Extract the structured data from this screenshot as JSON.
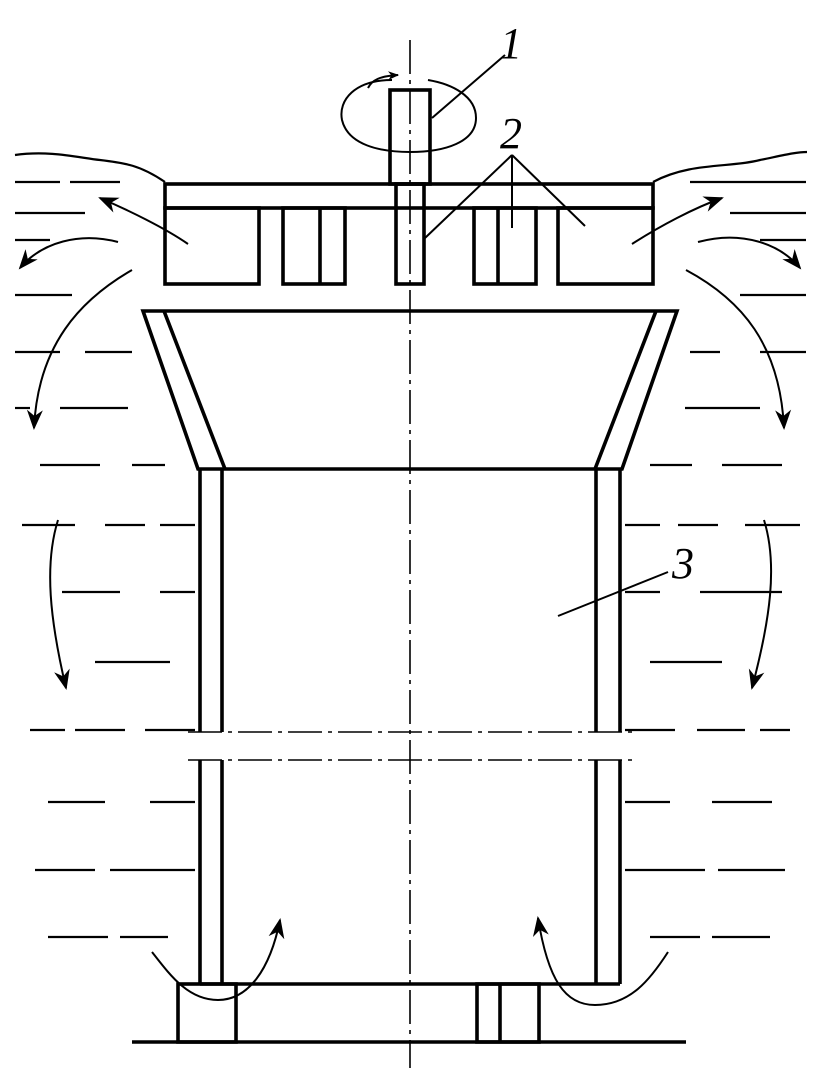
{
  "diagram": {
    "labels": {
      "shaft": "1",
      "impeller_blades": "2",
      "draft_tube": "3"
    },
    "colors": {
      "line": "#000000",
      "background": "#ffffff"
    }
  }
}
